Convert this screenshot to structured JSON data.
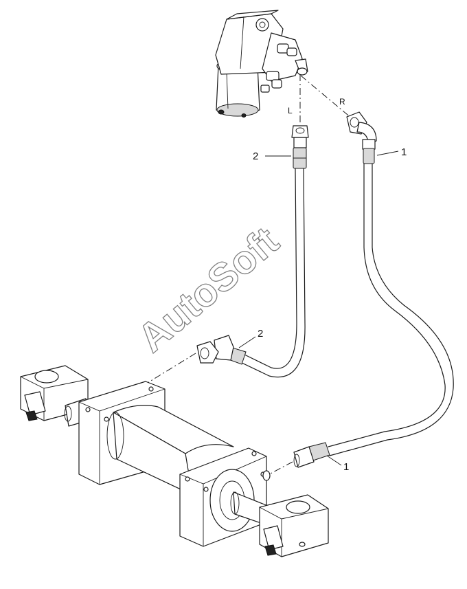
{
  "callouts": {
    "hose_upper_left": "2",
    "hose_upper_right": "1",
    "hose_lower_left": "2",
    "hose_lower_right": "1"
  },
  "ports": {
    "left": "L",
    "right": "R"
  },
  "watermark": "AutoSoft"
}
